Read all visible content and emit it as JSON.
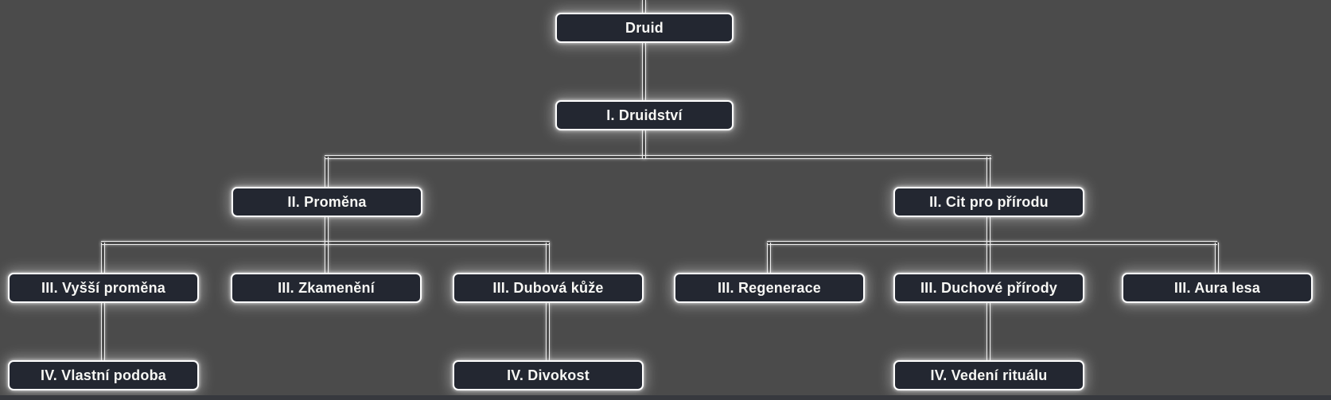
{
  "nodes": {
    "druid": {
      "label": "Druid",
      "tier": 0
    },
    "druidstvi": {
      "label": "I. Druidství",
      "tier": 1
    },
    "promena": {
      "label": "II. Proměna",
      "tier": 2
    },
    "cit_pro_prirodu": {
      "label": "II. Cit pro přírodu",
      "tier": 2
    },
    "vyssi_promena": {
      "label": "III. Vyšší proměna",
      "tier": 3
    },
    "zkameneni": {
      "label": "III. Zkamenění",
      "tier": 3
    },
    "dubova_kuze": {
      "label": "III. Dubová kůže",
      "tier": 3
    },
    "regenerace": {
      "label": "III. Regenerace",
      "tier": 3
    },
    "duchove_prirody": {
      "label": "III. Duchové přírody",
      "tier": 3
    },
    "aura_lesa": {
      "label": "III. Aura lesa",
      "tier": 3
    },
    "vlastni_podoba": {
      "label": "IV. Vlastní podoba",
      "tier": 4
    },
    "divokost": {
      "label": "IV. Divokost",
      "tier": 4
    },
    "vedeni_ritualu": {
      "label": "IV. Vedení rituálu",
      "tier": 4
    }
  },
  "edges": [
    [
      "druid",
      "druidstvi"
    ],
    [
      "druidstvi",
      "promena"
    ],
    [
      "druidstvi",
      "cit_pro_prirodu"
    ],
    [
      "promena",
      "vyssi_promena"
    ],
    [
      "promena",
      "zkameneni"
    ],
    [
      "promena",
      "dubova_kuze"
    ],
    [
      "cit_pro_prirodu",
      "regenerace"
    ],
    [
      "cit_pro_prirodu",
      "duchove_prirody"
    ],
    [
      "cit_pro_prirodu",
      "aura_lesa"
    ],
    [
      "vyssi_promena",
      "vlastni_podoba"
    ],
    [
      "dubova_kuze",
      "divokost"
    ],
    [
      "duchove_prirody",
      "vedeni_ritualu"
    ]
  ],
  "colors": {
    "background": "#4b4b4b",
    "node_fill": "#232731",
    "node_border": "#ffffff",
    "node_text": "#f7f7f4",
    "connector": "#f0f0f0",
    "bottom_band": "#37393e"
  }
}
